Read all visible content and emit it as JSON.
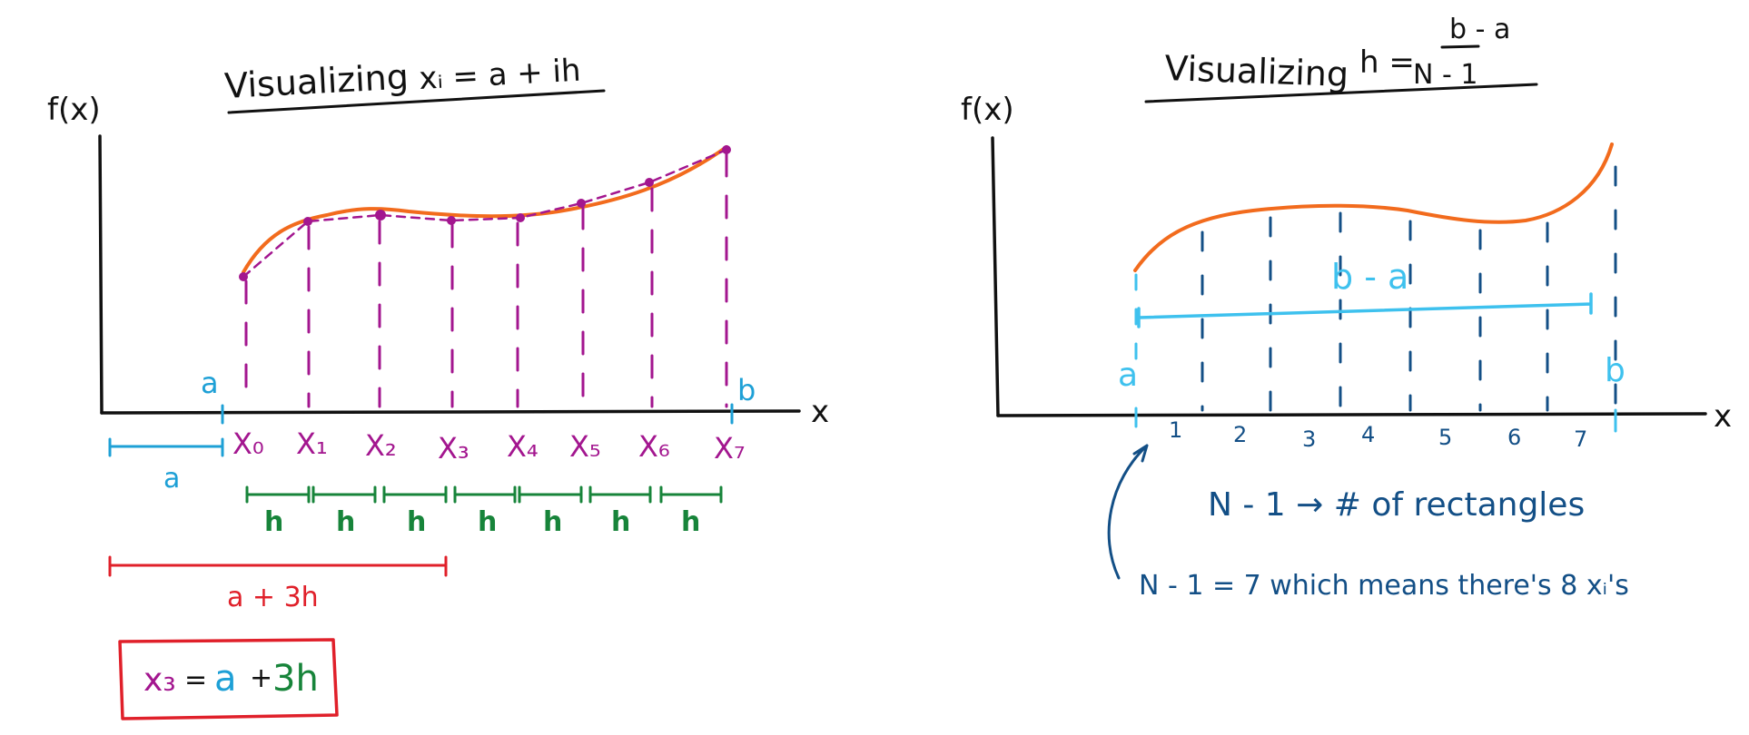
{
  "colors": {
    "black": "#111111",
    "orange": "#f26b1d",
    "purple": "#a3168f",
    "blue": "#1ea0d6",
    "light_blue": "#3ec1ee",
    "green": "#17843a",
    "red": "#e0202a",
    "navy": "#134f86"
  },
  "left": {
    "title_text": "Visualizing",
    "title_formula": "xᵢ = a + ih",
    "y_label": "f(x)",
    "x_label": "x",
    "a_label": "a",
    "b_label": "b",
    "a_span_label": "a",
    "x_ticks": [
      "X₀",
      "X₁",
      "X₂",
      "X₃",
      "X₄",
      "X₅",
      "X₆",
      "X₇"
    ],
    "h_labels": [
      "h",
      "h",
      "h",
      "h",
      "h",
      "h",
      "h"
    ],
    "a3h_label": "a + 3h",
    "box": {
      "x3": "x₃",
      "eq": "=",
      "a": "a",
      "plus": "+",
      "three_h": "3h"
    }
  },
  "right": {
    "title_text": "Visualizing",
    "h_eq": "h =",
    "numerator": "b - a",
    "denominator": "N - 1",
    "y_label": "f(x)",
    "x_label": "x",
    "a_label": "a",
    "b_label": "b",
    "ba_label": "b - a",
    "rect_numbers": [
      "1",
      "2",
      "3",
      "4",
      "5",
      "6",
      "7"
    ],
    "note1": "N - 1 → # of rectangles",
    "note2": "N - 1 = 7  which means there's 8 xᵢ's"
  }
}
